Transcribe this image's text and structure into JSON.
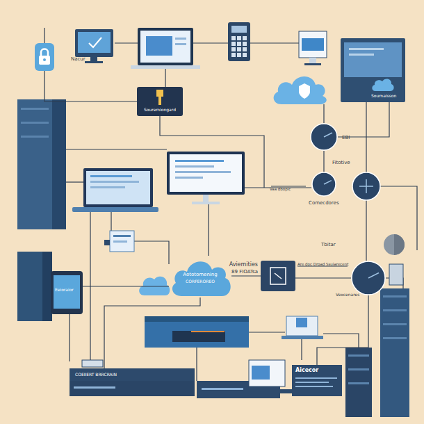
{
  "diagram": {
    "nodes": [
      {
        "text": [
          "Nacur"
        ]
      },
      {
        "text": [
          "Souremiongard"
        ]
      },
      {
        "text": [
          "Soumaisson"
        ]
      },
      {
        "text": [
          "EBI"
        ]
      },
      {
        "text": [
          "Fitotive",
          "Comecdores"
        ]
      },
      {
        "text": [
          "Aototomening",
          "CORFEROREO"
        ]
      },
      {
        "text": [
          "Aviemities",
          "89 FIOATsa"
        ]
      },
      {
        "text": [
          "Vexcenares"
        ]
      },
      {
        "text": [
          "Eeioraior"
        ]
      },
      {
        "text": [
          "COEIIERT BRRCRAIN"
        ]
      },
      {
        "text": [
          "Aicecor"
        ]
      }
    ],
    "edges": [
      {
        "from": 1,
        "to": 0,
        "arrow": "none"
      },
      {
        "from": 3,
        "to": 2,
        "arrow": "none"
      },
      {
        "from": 3,
        "to": 4,
        "arrow": "none"
      },
      {
        "from": 8,
        "to": 5,
        "arrow": "none"
      },
      {
        "from": 5,
        "to": 6,
        "arrow": "none"
      },
      {
        "from": 6,
        "to": 7,
        "arrow": "none"
      },
      {
        "from": 5,
        "to": 9,
        "arrow": "none"
      },
      {
        "from": 7,
        "to": 10,
        "arrow": "none"
      }
    ],
    "labels": [
      "Tbitar",
      "Vaa dbopic",
      "Are doc Droad Ssuiarecent"
    ]
  }
}
